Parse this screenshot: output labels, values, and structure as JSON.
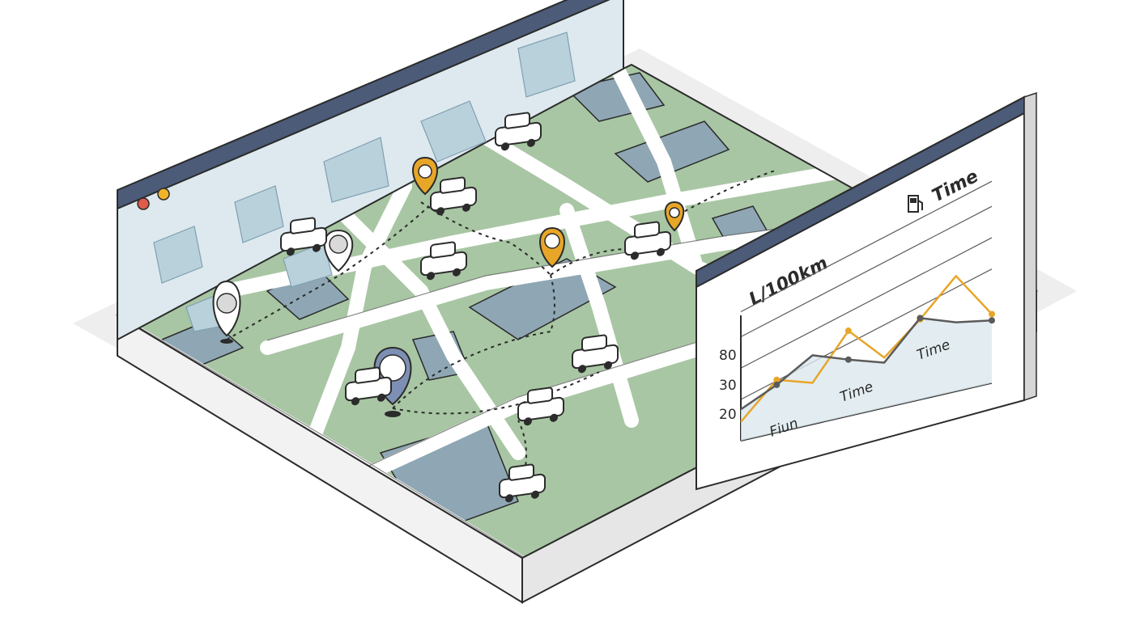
{
  "window": {
    "controls": [
      {
        "name": "close",
        "color": "#e05a4c"
      },
      {
        "name": "minimize",
        "color": "#f0b429"
      }
    ],
    "titlebar_color": "#4b5b78"
  },
  "map": {
    "colors": {
      "block_green": "#a8c6a3",
      "block_blue": "#8fa7b4",
      "road": "#ffffff",
      "route": "#2b2b2b"
    },
    "markers": [
      {
        "name": "pin-orange-1",
        "kind": "orange"
      },
      {
        "name": "pin-orange-2",
        "kind": "orange"
      },
      {
        "name": "pin-orange-3",
        "kind": "orange"
      },
      {
        "name": "pin-blue",
        "kind": "blue"
      },
      {
        "name": "pin-gray-1",
        "kind": "gray"
      },
      {
        "name": "pin-gray-2",
        "kind": "gray"
      }
    ],
    "vehicles_count_visible": 9
  },
  "chart_panel": {
    "header_icon": "fuel-pump-icon",
    "header_title": "Time",
    "ylabel": "L/100km",
    "yticks": [
      "80",
      "30",
      "20"
    ],
    "xlabels": [
      "Fiun",
      "Time",
      "Time"
    ]
  },
  "chart_data": {
    "type": "line",
    "title": "Time",
    "ylabel": "L/100km",
    "xlabel": "",
    "ytick_labels": [
      "80",
      "30",
      "20"
    ],
    "xtick_labels": [
      "Fiun",
      "Time",
      "Time"
    ],
    "series": [
      {
        "color": "#e8a628",
        "values": [
          15,
          42,
          33,
          68,
          40,
          64,
          92,
          55
        ]
      },
      {
        "color": "#5b5b5b",
        "values": [
          25,
          38,
          55,
          45,
          36,
          65,
          55,
          50
        ]
      }
    ],
    "grid": true
  }
}
